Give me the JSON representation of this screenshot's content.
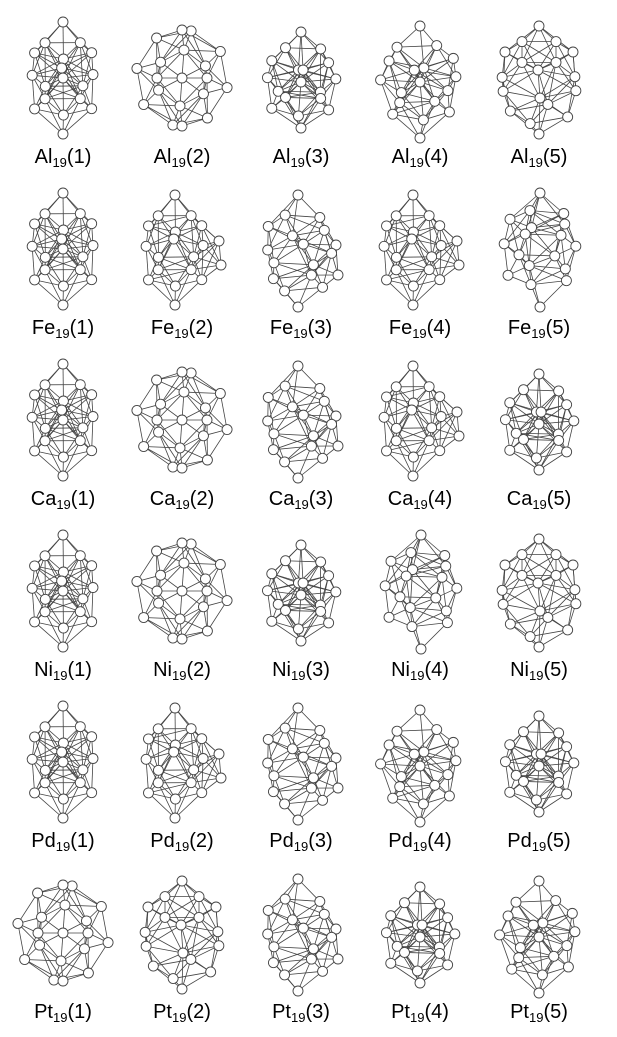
{
  "panels": [
    {
      "element": "Al",
      "size": "19",
      "index": "(1)",
      "shape": "a"
    },
    {
      "element": "Al",
      "size": "19",
      "index": "(2)",
      "shape": "b"
    },
    {
      "element": "Al",
      "size": "19",
      "index": "(3)",
      "shape": "c"
    },
    {
      "element": "Al",
      "size": "19",
      "index": "(4)",
      "shape": "d"
    },
    {
      "element": "Al",
      "size": "19",
      "index": "(5)",
      "shape": "e"
    },
    {
      "element": "Fe",
      "size": "19",
      "index": "(1)",
      "shape": "a"
    },
    {
      "element": "Fe",
      "size": "19",
      "index": "(2)",
      "shape": "f"
    },
    {
      "element": "Fe",
      "size": "19",
      "index": "(3)",
      "shape": "g"
    },
    {
      "element": "Fe",
      "size": "19",
      "index": "(4)",
      "shape": "f"
    },
    {
      "element": "Fe",
      "size": "19",
      "index": "(5)",
      "shape": "h"
    },
    {
      "element": "Ca",
      "size": "19",
      "index": "(1)",
      "shape": "a"
    },
    {
      "element": "Ca",
      "size": "19",
      "index": "(2)",
      "shape": "b"
    },
    {
      "element": "Ca",
      "size": "19",
      "index": "(3)",
      "shape": "g"
    },
    {
      "element": "Ca",
      "size": "19",
      "index": "(4)",
      "shape": "f"
    },
    {
      "element": "Ca",
      "size": "19",
      "index": "(5)",
      "shape": "c"
    },
    {
      "element": "Ni",
      "size": "19",
      "index": "(1)",
      "shape": "a"
    },
    {
      "element": "Ni",
      "size": "19",
      "index": "(2)",
      "shape": "b"
    },
    {
      "element": "Ni",
      "size": "19",
      "index": "(3)",
      "shape": "c"
    },
    {
      "element": "Ni",
      "size": "19",
      "index": "(4)",
      "shape": "h"
    },
    {
      "element": "Ni",
      "size": "19",
      "index": "(5)",
      "shape": "e"
    },
    {
      "element": "Pd",
      "size": "19",
      "index": "(1)",
      "shape": "a"
    },
    {
      "element": "Pd",
      "size": "19",
      "index": "(2)",
      "shape": "f"
    },
    {
      "element": "Pd",
      "size": "19",
      "index": "(3)",
      "shape": "g"
    },
    {
      "element": "Pd",
      "size": "19",
      "index": "(4)",
      "shape": "d"
    },
    {
      "element": "Pd",
      "size": "19",
      "index": "(5)",
      "shape": "c"
    },
    {
      "element": "Pt",
      "size": "19",
      "index": "(1)",
      "shape": "b"
    },
    {
      "element": "Pt",
      "size": "19",
      "index": "(2)",
      "shape": "e"
    },
    {
      "element": "Pt",
      "size": "19",
      "index": "(3)",
      "shape": "g"
    },
    {
      "element": "Pt",
      "size": "19",
      "index": "(4)",
      "shape": "c"
    },
    {
      "element": "Pt",
      "size": "19",
      "index": "(5)",
      "shape": "d"
    }
  ],
  "style": {
    "stroke": "#444444",
    "atom_fill": "#ffffff",
    "text": "#000000"
  }
}
